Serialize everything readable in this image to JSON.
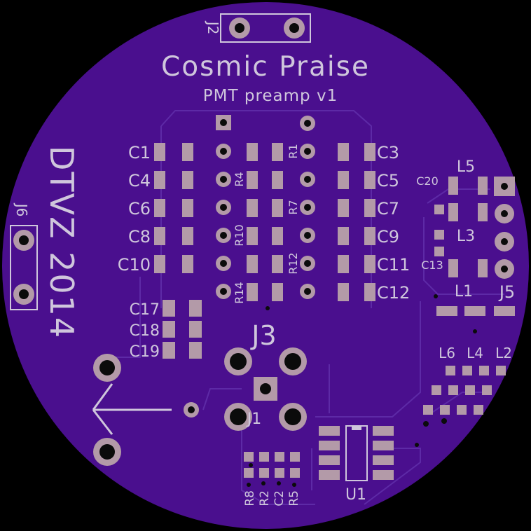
{
  "colors": {
    "background": "#000000",
    "board": "#4a0f8e",
    "trace": "#5d2aa6",
    "pad": "#b39aa8",
    "silkscreen": "#cfc6dc",
    "hole": "#0b0b0b"
  },
  "title": "Cosmic Praise",
  "subtitle": "PMT preamp v1",
  "vertical_text": "DTVZ 2014",
  "connectors": {
    "j1": "J1",
    "j2": "J2",
    "j3": "J3",
    "j5": "J5",
    "j6": "J6"
  },
  "capacitors_left": [
    "C1",
    "C4",
    "C6",
    "C8",
    "C10"
  ],
  "capacitors_right": [
    "C3",
    "C5",
    "C7",
    "C9",
    "C11",
    "C12"
  ],
  "resistors_mid": {
    "r1": "R1",
    "r4": "R4",
    "r7": "R7",
    "r10": "R10",
    "r12": "R12",
    "r14": "R14"
  },
  "capacitors_group": [
    "C17",
    "C18",
    "C19"
  ],
  "inductor_section": {
    "c20": "C20",
    "l5": "L5",
    "l3": "L3",
    "c13": "C13",
    "l1": "L1"
  },
  "bottom_inductors": [
    "L6",
    "L4",
    "L2"
  ],
  "bottom_labels": [
    "R8",
    "R2",
    "C2",
    "R5"
  ],
  "ic": "U1"
}
